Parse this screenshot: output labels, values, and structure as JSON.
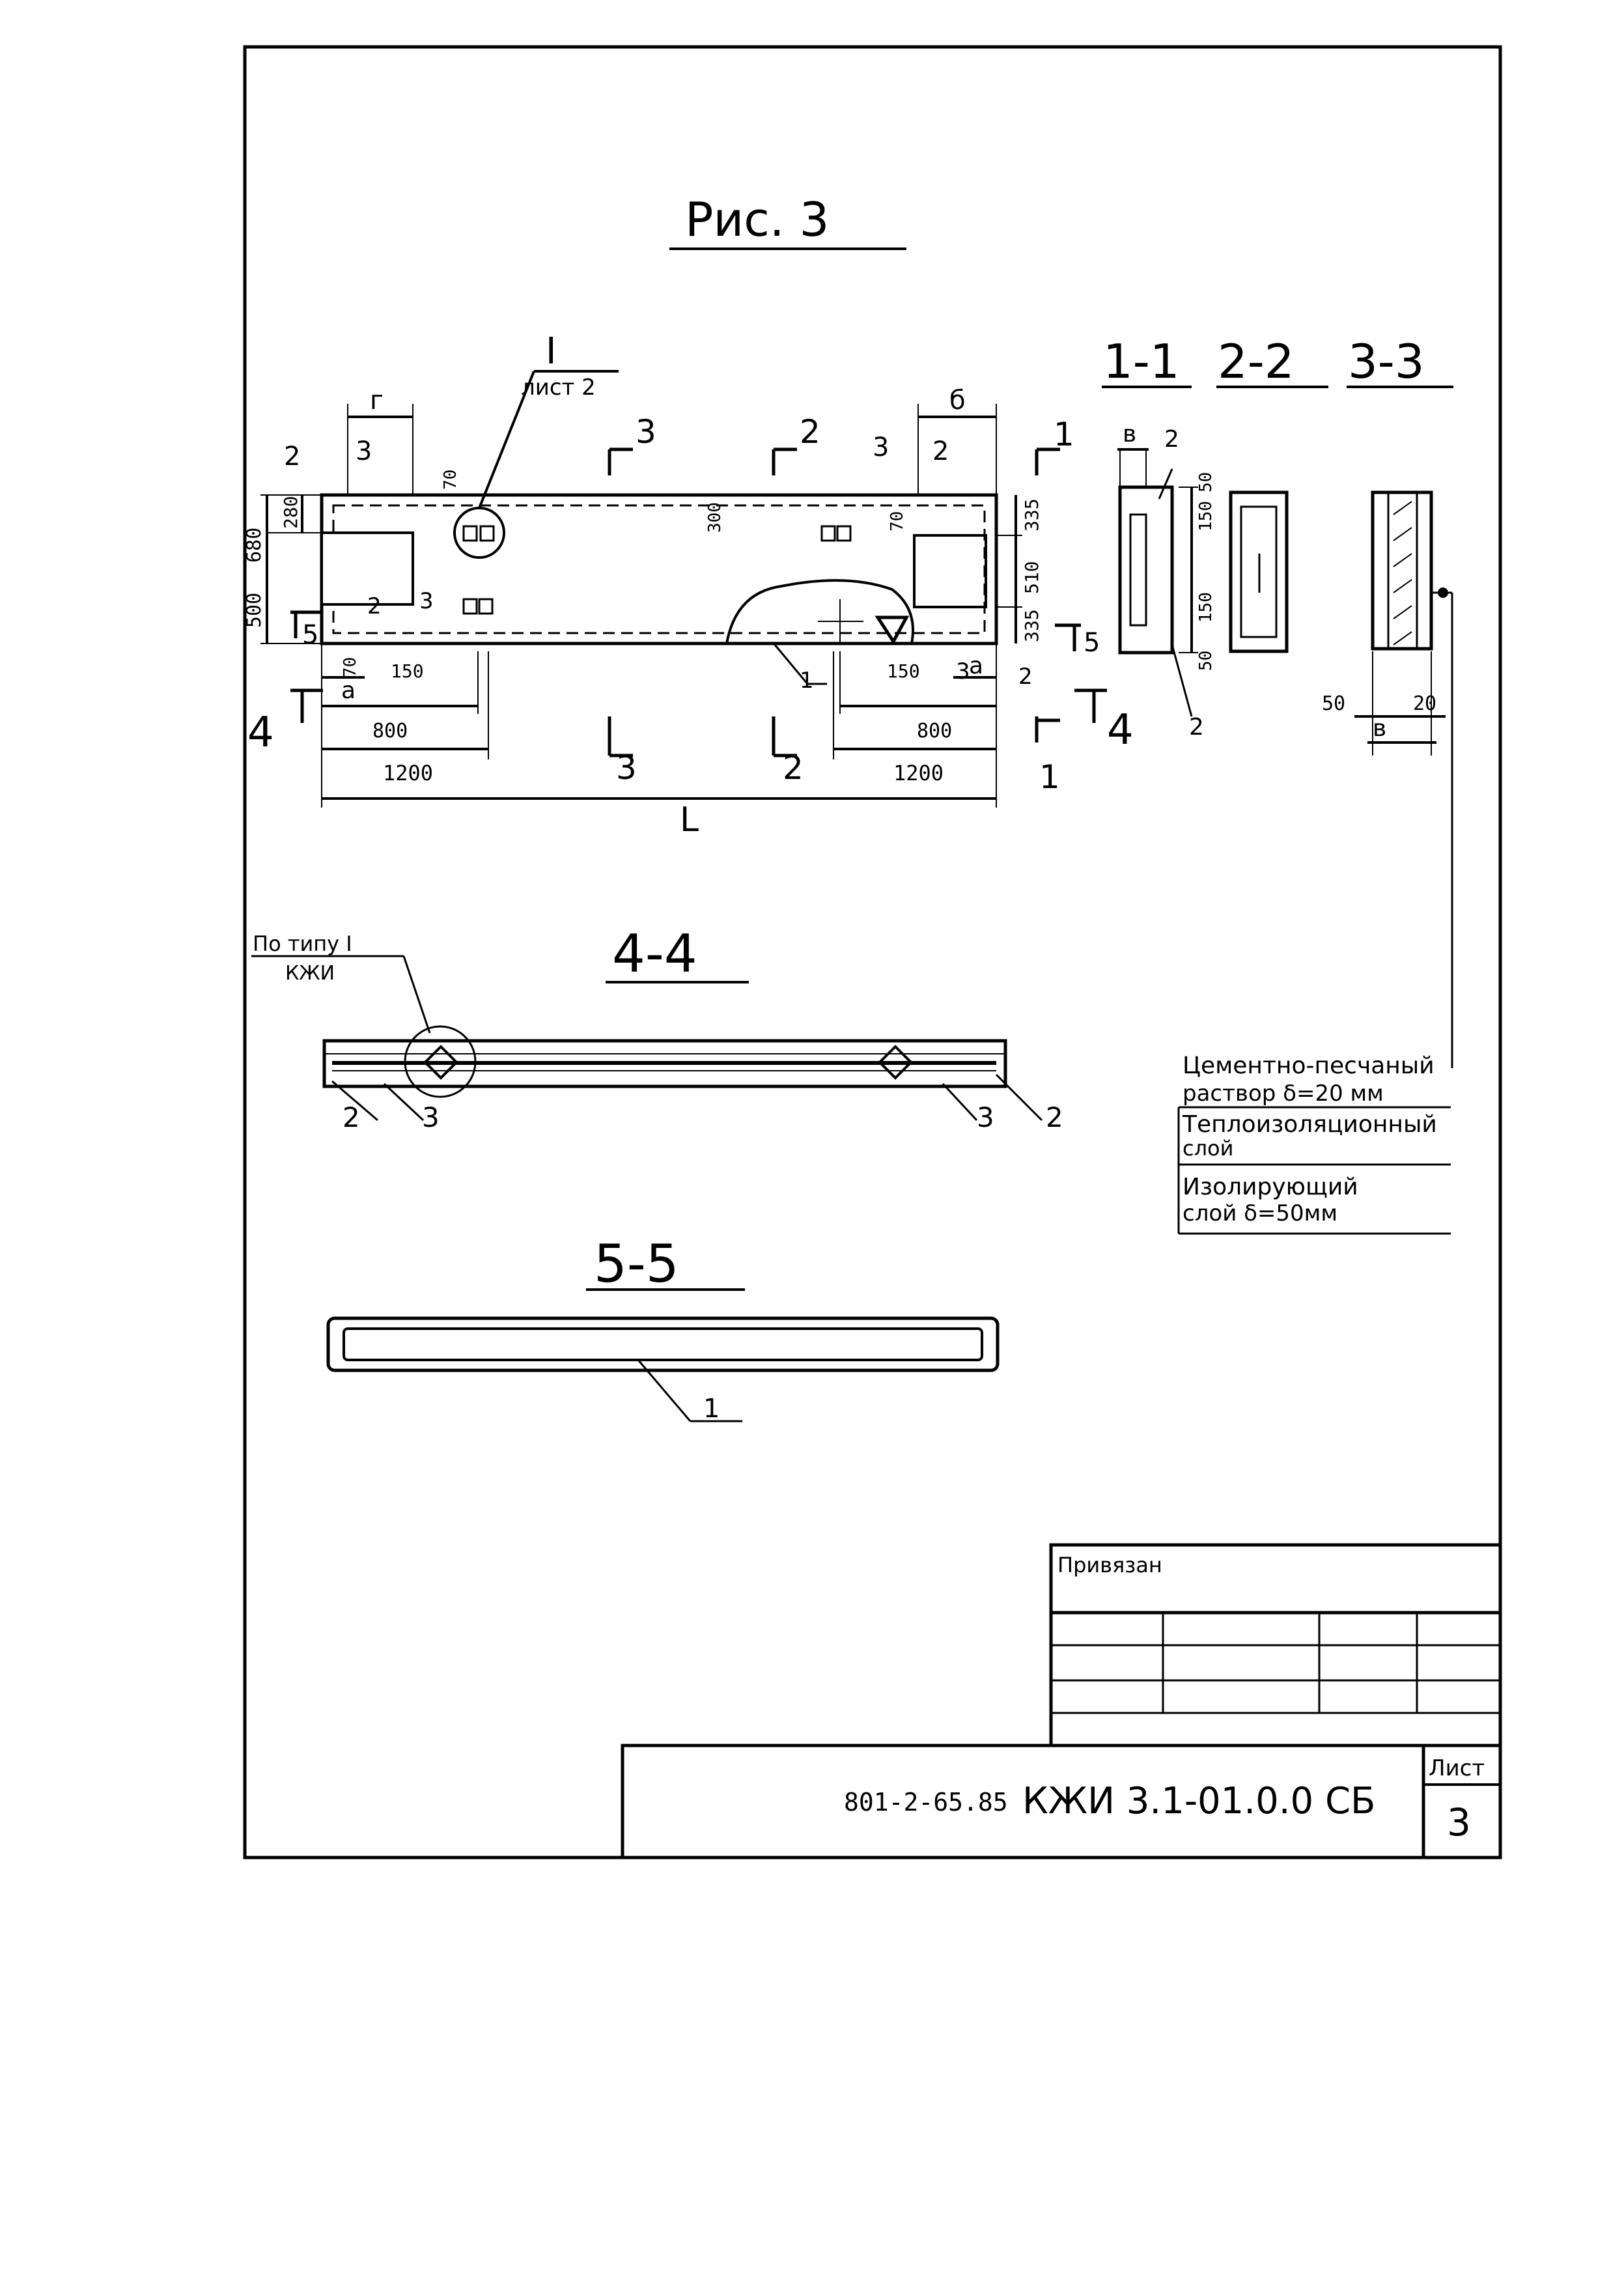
{
  "drawing": {
    "figure_title": "Рис. 3",
    "plan": {
      "node_ref_label": "I",
      "node_ref_sheet": "лист 2",
      "dim_g": "г",
      "dim_b": "б",
      "dim_a_left": "а",
      "dim_a_right": "а",
      "dim_680": "680",
      "dim_280": "280",
      "dim_500": "500",
      "dim_70_top": "70",
      "dim_300": "300",
      "dim_70_right": "70",
      "dim_335_top": "335",
      "dim_510": "510",
      "dim_335_bottom": "335",
      "dim_70_left": "70",
      "dim_150_left": "150",
      "dim_150_right": "150",
      "dim_800_left": "800",
      "dim_800_right": "800",
      "dim_1200_left": "1200",
      "dim_1200_right": "1200",
      "dim_L": "L",
      "pos_2": "2",
      "pos_3": "3",
      "pos_1": "1",
      "cut_1": "1",
      "cut_2": "2",
      "cut_3": "3",
      "cut_4": "4",
      "cut_5": "5"
    },
    "sections": {
      "s11": "1-1",
      "s22": "2-2",
      "s33": "3-3",
      "s44": "4-4",
      "s55": "5-5",
      "dim_v": "в",
      "dim_v2": "в",
      "dim_50_a": "50",
      "dim_150_a": "150",
      "dim_150_b": "150",
      "dim_50_b": "50",
      "dim_50_c": "50",
      "dim_20": "20",
      "pos_2": "2",
      "pos_1": "1",
      "pos_3": "3"
    },
    "section44_note_line1": "По типу I",
    "section44_note_line2": "КЖИ",
    "legend": {
      "row1_line1": "Цементно-песчаный",
      "row1_line2": "раствор    δ=20 мм",
      "row2_line1": "Теплоизоляционный",
      "row2_line2": "слой",
      "row3_line1": "Изолирующий",
      "row3_line2": "слой      δ=50мм"
    }
  },
  "title_block": {
    "bound_label": "Привязан",
    "code": "801-2-65.85",
    "designation": "КЖИ 3.1-01.0.0 СБ",
    "sheet_label": "Лист",
    "sheet_number": "3"
  }
}
